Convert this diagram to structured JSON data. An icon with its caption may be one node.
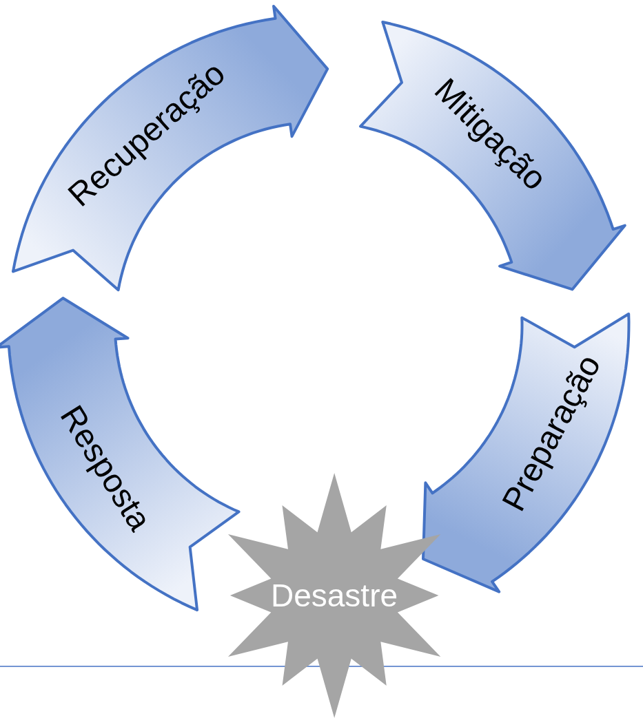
{
  "diagram": {
    "nodes": [
      {
        "text": [
          "Mitigação"
        ]
      },
      {
        "text": [
          "Preparação"
        ]
      },
      {
        "text": [
          "Desastre"
        ]
      },
      {
        "text": [
          "Resposta"
        ]
      },
      {
        "text": [
          "Recuperação"
        ]
      }
    ]
  }
}
